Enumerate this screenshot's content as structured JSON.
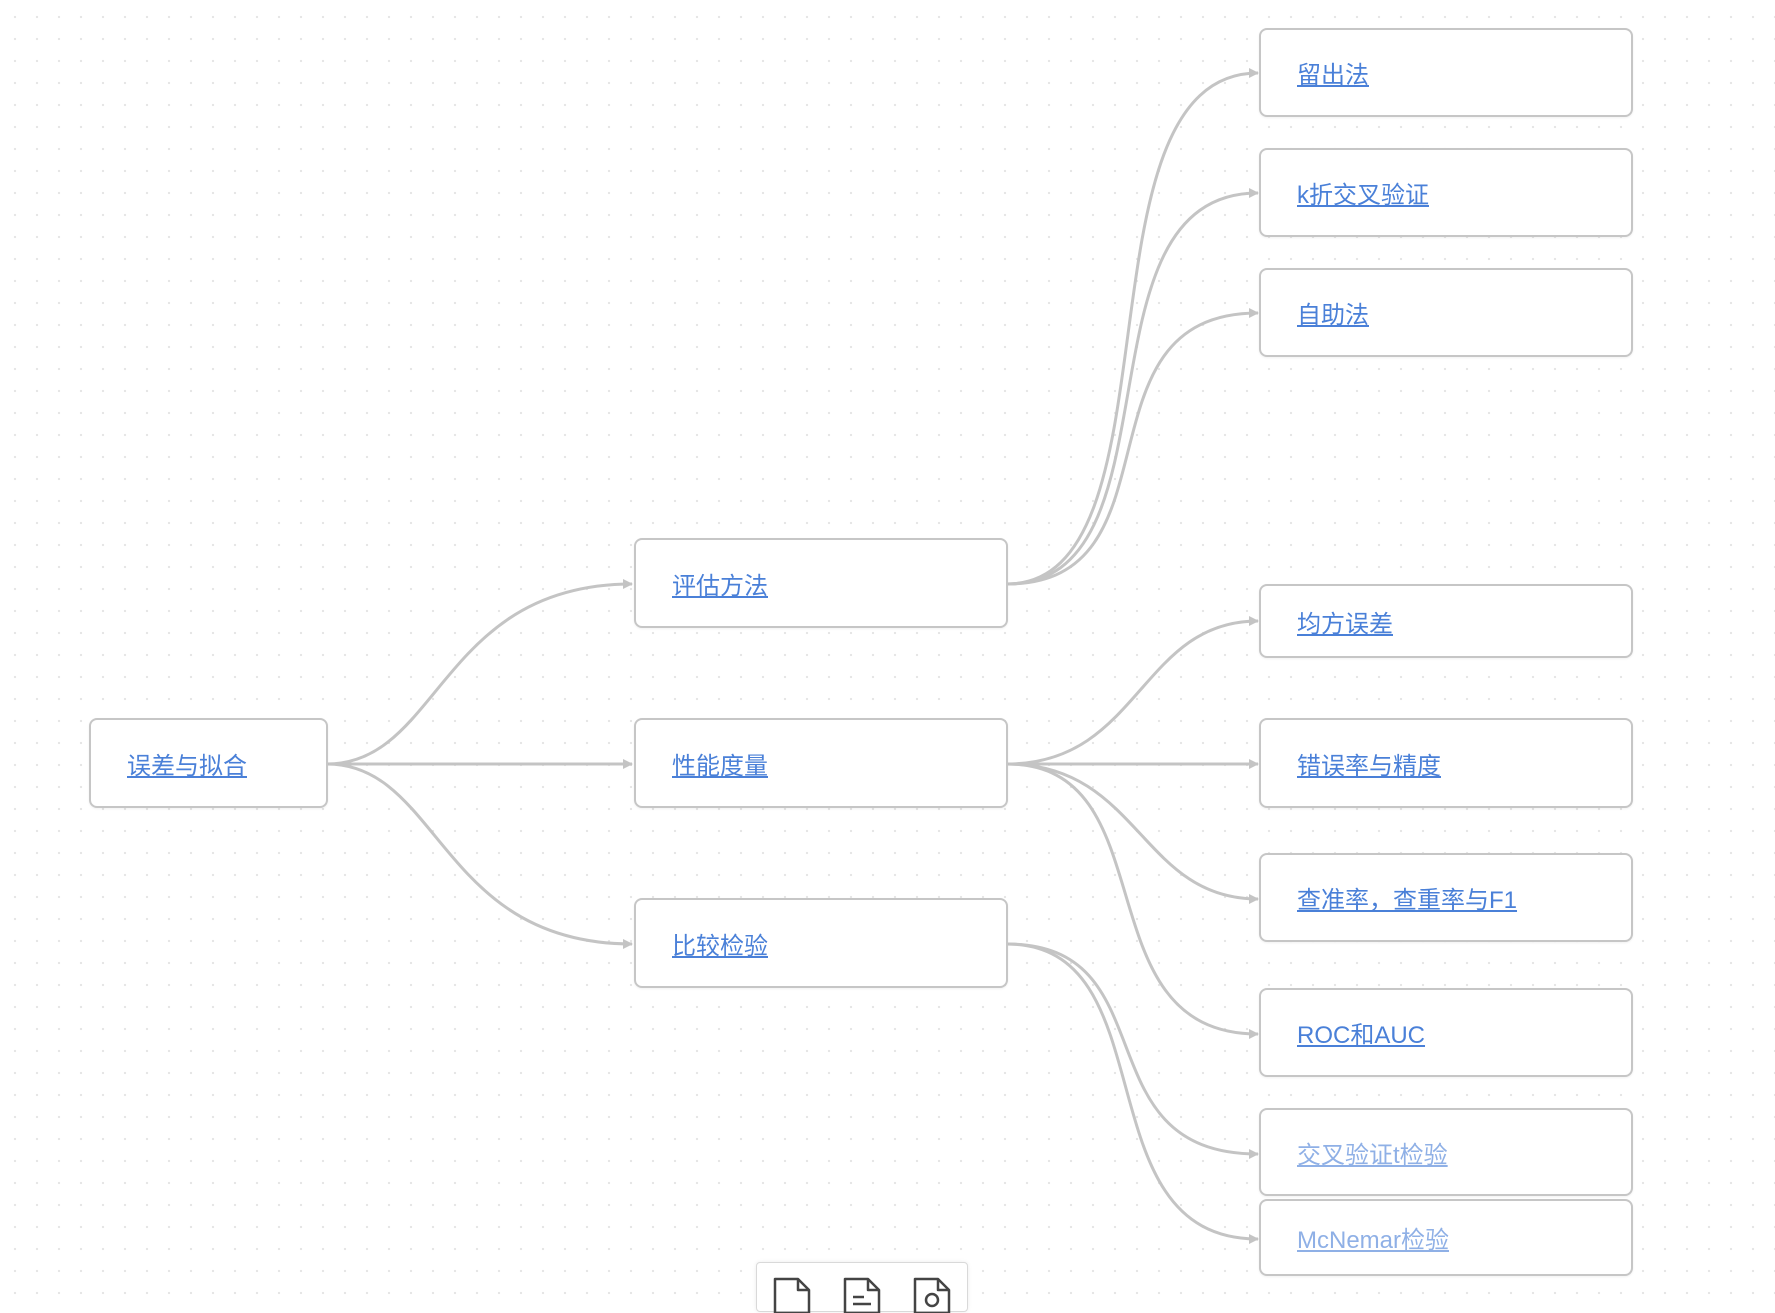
{
  "mindmap": {
    "root": {
      "label": "误差与拟合"
    },
    "branches": [
      {
        "label": "评估方法",
        "children": [
          {
            "label": "留出法"
          },
          {
            "label": "k折交叉验证"
          },
          {
            "label": "自助法"
          }
        ]
      },
      {
        "label": "性能度量",
        "children": [
          {
            "label": "均方误差"
          },
          {
            "label": "错误率与精度"
          },
          {
            "label": "查准率，查重率与F1"
          },
          {
            "label": "ROC和AUC"
          }
        ]
      },
      {
        "label": "比较检验",
        "children": [
          {
            "label": "交叉验证t检验"
          },
          {
            "label": "McNemar检验"
          }
        ]
      }
    ]
  },
  "toolbar": {
    "icons": [
      "file-icon",
      "file-text-icon",
      "file-link-icon"
    ]
  },
  "colors": {
    "link": "#4a80d8",
    "link_faded": "#8fb0e6",
    "node_border": "#c6c6c6",
    "edge": "#c4c4c4"
  }
}
